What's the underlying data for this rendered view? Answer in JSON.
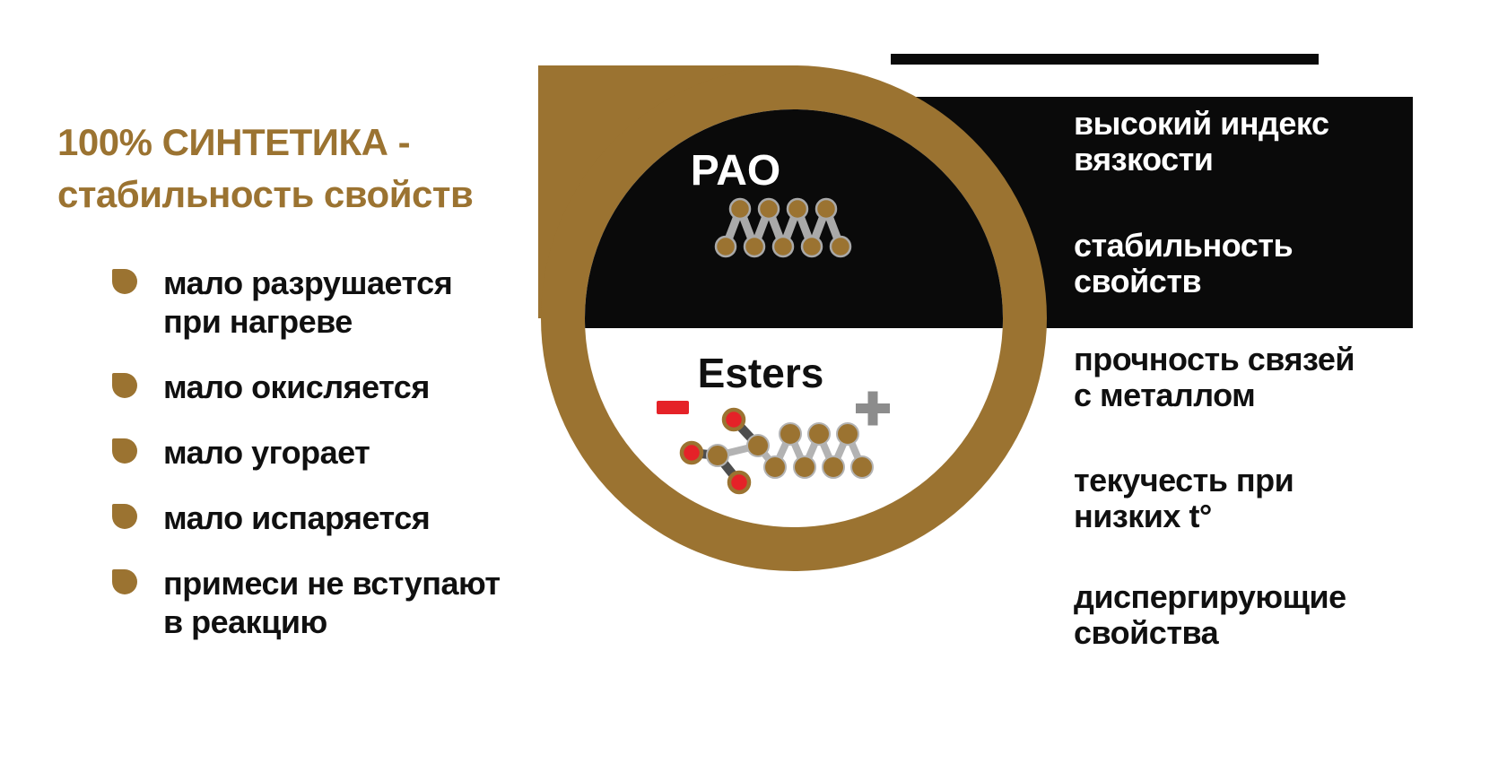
{
  "title": "100% СИНТЕТИКА - стабильность свойств",
  "colors": {
    "brand_gold": "#9B7331",
    "panel_black": "#0A0A0A",
    "negative_red": "#E52228",
    "bond_silver": "#B3B3B3",
    "bond_dark": "#4D4D4D",
    "plus_gray": "#8C8C8C",
    "text_black": "#101010",
    "text_white": "#FFFFFF"
  },
  "left_panel": {
    "heading": "100% СИНТЕТИКА -\nстабильность свойств",
    "bullet_items": [
      "мало разрушается\nпри нагреве",
      "мало окисляется",
      "мало угорает",
      "мало испаряется",
      "примеси не вступают\nв реакцию"
    ]
  },
  "diagram": {
    "pao_label": "PAO",
    "esters_label": "Esters",
    "negative_sign": "−",
    "positive_sign": "+",
    "icons": [
      "gold-ring",
      "pao-molecule-icon",
      "esters-molecule-icon",
      "minus-icon",
      "plus-icon",
      "drop-bullet-icon"
    ]
  },
  "right_panel": {
    "dark_items": [
      "высокий индекс\nвязкости",
      "стабильность\nсвойств"
    ],
    "light_items": [
      "прочность связей\nс металлом",
      "текучесть при\nнизких t°",
      "диспергирующие\nсвойства"
    ]
  }
}
